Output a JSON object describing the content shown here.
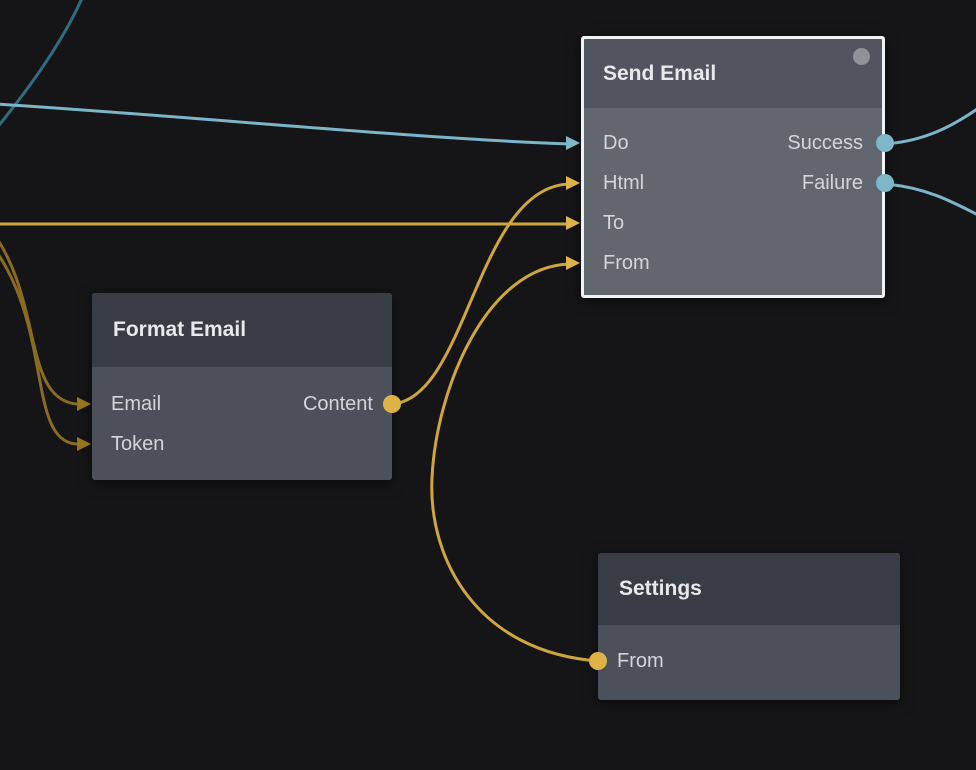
{
  "colors": {
    "background": "#151517",
    "wire_blue": "#7cb5c8",
    "wire_teal": "#2f6c7f",
    "wire_yellow": "#cfa53d",
    "wire_dim_yellow": "#8a6b22",
    "port_circle_blue": "#7fb7c9",
    "port_circle_yellow": "#ddb347",
    "node_header": "#383c45",
    "node_body": "#4c505a",
    "selected_node_header": "#51555f",
    "selected_node_body": "#62666f",
    "selection_border": "#f1f2f3",
    "status_dot": "#8e939a"
  },
  "nodes": {
    "send_email": {
      "title": "Send Email",
      "selected": true,
      "inputs": [
        {
          "label": "Do",
          "color": "blue"
        },
        {
          "label": "Html",
          "color": "yellow"
        },
        {
          "label": "To",
          "color": "yellow"
        },
        {
          "label": "From",
          "color": "yellow"
        }
      ],
      "outputs": [
        {
          "label": "Success",
          "color": "blue"
        },
        {
          "label": "Failure",
          "color": "blue"
        }
      ]
    },
    "format_email": {
      "title": "Format Email",
      "selected": false,
      "inputs": [
        {
          "label": "Email",
          "color": "dim-yellow"
        },
        {
          "label": "Token",
          "color": "dim-yellow"
        }
      ],
      "outputs": [
        {
          "label": "Content",
          "color": "yellow"
        }
      ]
    },
    "settings": {
      "title": "Settings",
      "selected": false,
      "outputs": [
        {
          "label": "From",
          "color": "yellow"
        }
      ]
    }
  },
  "connections": [
    {
      "from": "offscreen-left",
      "to": "Send Email / Do",
      "color": "blue"
    },
    {
      "from": "Format Email / Content",
      "to": "Send Email / Html",
      "color": "yellow"
    },
    {
      "from": "offscreen-left",
      "to": "Send Email / To",
      "color": "yellow"
    },
    {
      "from": "Settings / From",
      "to": "Send Email / From",
      "color": "yellow"
    },
    {
      "from": "Send Email / Success",
      "to": "offscreen-right",
      "color": "blue"
    },
    {
      "from": "Send Email / Failure",
      "to": "offscreen-right",
      "color": "blue"
    },
    {
      "from": "offscreen-left",
      "to": "Format Email / Email",
      "color": "dim-yellow"
    },
    {
      "from": "offscreen-left",
      "to": "Format Email / Token",
      "color": "dim-yellow"
    },
    {
      "from": "offscreen-top",
      "to": "offscreen-left",
      "color": "teal"
    }
  ]
}
